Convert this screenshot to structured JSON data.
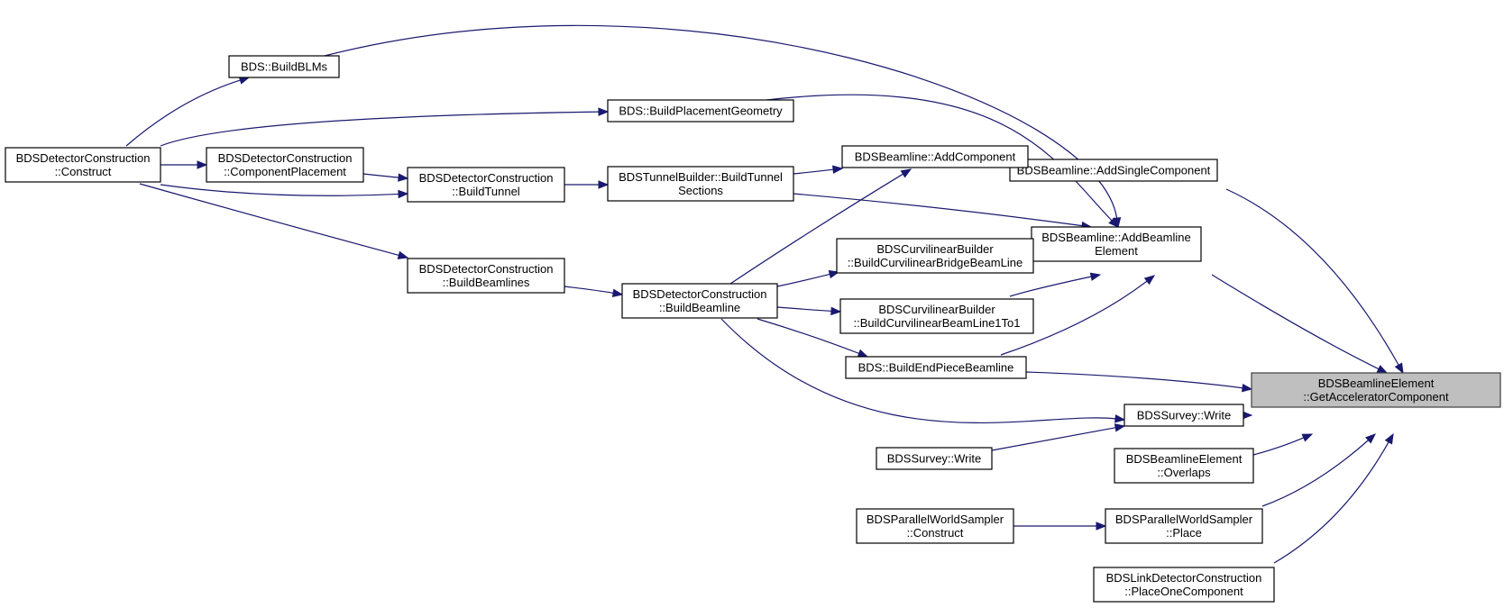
{
  "graph": {
    "nodes": [
      {
        "id": "bdsbeamlineelement-getacceleratorcomponent",
        "lines": [
          "BDSBeamlineElement",
          "::GetAcceleratorComponent"
        ],
        "highlight": true
      },
      {
        "id": "bdsbeamline-addsinglecomponent",
        "lines": [
          "BDSBeamline::AddSingleComponent"
        ]
      },
      {
        "id": "bdsbeamline-addbeamlineelement",
        "lines": [
          "BDSBeamline::AddBeamline",
          "Element"
        ]
      },
      {
        "id": "bds-buildendpiecebeamline",
        "lines": [
          "BDS::BuildEndPieceBeamline"
        ]
      },
      {
        "id": "bdssurvey-write-1",
        "lines": [
          "BDSSurvey::Write"
        ]
      },
      {
        "id": "bdsbeamlineelement-overlaps",
        "lines": [
          "BDSBeamlineElement",
          "::Overlaps"
        ]
      },
      {
        "id": "bdsparallelworldsampler-place",
        "lines": [
          "BDSParallelWorldSampler",
          "::Place"
        ]
      },
      {
        "id": "bdslinkdetectorconstruction-placeonecomponent",
        "lines": [
          "BDSLinkDetectorConstruction",
          "::PlaceOneComponent"
        ]
      },
      {
        "id": "bds-buildblms",
        "lines": [
          "BDS::BuildBLMs"
        ]
      },
      {
        "id": "bds-buildplacementgeometry",
        "lines": [
          "BDS::BuildPlacementGeometry"
        ]
      },
      {
        "id": "bdsbeamline-addcomponent",
        "lines": [
          "BDSBeamline::AddComponent"
        ]
      },
      {
        "id": "bdstunnelbuilder-buildtunnelsections",
        "lines": [
          "BDSTunnelBuilder::BuildTunnel",
          "Sections"
        ]
      },
      {
        "id": "bdscurvilinearbuilder-buildcurvilinearbridgebeamline",
        "lines": [
          "BDSCurvilinearBuilder",
          "::BuildCurvilinearBridgeBeamLine"
        ]
      },
      {
        "id": "bdscurvilinearbuilder-buildcurvilinearbeamline1to1",
        "lines": [
          "BDSCurvilinearBuilder",
          "::BuildCurvilinearBeamLine1To1"
        ]
      },
      {
        "id": "bdsdetectorconstruction-buildbeamline",
        "lines": [
          "BDSDetectorConstruction",
          "::BuildBeamline"
        ]
      },
      {
        "id": "bdsdetectorconstruction-construct",
        "lines": [
          "BDSDetectorConstruction",
          "::Construct"
        ]
      },
      {
        "id": "bdsdetectorconstruction-componentplacement",
        "lines": [
          "BDSDetectorConstruction",
          "::ComponentPlacement"
        ]
      },
      {
        "id": "bdsdetectorconstruction-buildtunnel",
        "lines": [
          "BDSDetectorConstruction",
          "::BuildTunnel"
        ]
      },
      {
        "id": "bdsdetectorconstruction-buildbeamlines",
        "lines": [
          "BDSDetectorConstruction",
          "::BuildBeamlines"
        ]
      },
      {
        "id": "bdssurvey-write-2",
        "lines": [
          "BDSSurvey::Write"
        ]
      },
      {
        "id": "bdsparallelworldsampler-construct",
        "lines": [
          "BDSParallelWorldSampler",
          "::Construct"
        ]
      }
    ],
    "edges": [
      {
        "from": "bdsbeamline-addsinglecomponent",
        "to": "bdsbeamlineelement-getacceleratorcomponent"
      },
      {
        "from": "bdsbeamline-addbeamlineelement",
        "to": "bdsbeamlineelement-getacceleratorcomponent"
      },
      {
        "from": "bds-buildendpiecebeamline",
        "to": "bdsbeamlineelement-getacceleratorcomponent"
      },
      {
        "from": "bdssurvey-write-1",
        "to": "bdsbeamlineelement-getacceleratorcomponent"
      },
      {
        "from": "bdsbeamlineelement-overlaps",
        "to": "bdsbeamlineelement-getacceleratorcomponent"
      },
      {
        "from": "bdsparallelworldsampler-place",
        "to": "bdsbeamlineelement-getacceleratorcomponent"
      },
      {
        "from": "bdslinkdetectorconstruction-placeonecomponent",
        "to": "bdsbeamlineelement-getacceleratorcomponent"
      },
      {
        "from": "bdsbeamline-addcomponent",
        "to": "bdsbeamline-addsinglecomponent"
      },
      {
        "from": "bds-buildblms",
        "to": "bdsbeamline-addbeamlineelement"
      },
      {
        "from": "bds-buildplacementgeometry",
        "to": "bdsbeamline-addbeamlineelement"
      },
      {
        "from": "bdstunnelbuilder-buildtunnelsections",
        "to": "bdsbeamline-addbeamlineelement"
      },
      {
        "from": "bdscurvilinearbuilder-buildcurvilinearbridgebeamline",
        "to": "bdsbeamline-addbeamlineelement"
      },
      {
        "from": "bdscurvilinearbuilder-buildcurvilinearbeamline1to1",
        "to": "bdsbeamline-addbeamlineelement"
      },
      {
        "from": "bds-buildendpiecebeamline",
        "to": "bdsbeamline-addbeamlineelement"
      },
      {
        "from": "bdsdetectorconstruction-construct",
        "to": "bds-buildblms"
      },
      {
        "from": "bdsdetectorconstruction-construct",
        "to": "bds-buildplacementgeometry"
      },
      {
        "from": "bdsdetectorconstruction-construct",
        "to": "bdsdetectorconstruction-componentplacement"
      },
      {
        "from": "bdsdetectorconstruction-componentplacement",
        "to": "bdsdetectorconstruction-buildtunnel"
      },
      {
        "from": "bdsdetectorconstruction-construct",
        "to": "bdsdetectorconstruction-buildtunnel"
      },
      {
        "from": "bdsdetectorconstruction-construct",
        "to": "bdsdetectorconstruction-buildbeamlines"
      },
      {
        "from": "bdsdetectorconstruction-buildtunnel",
        "to": "bdstunnelbuilder-buildtunnelsections"
      },
      {
        "from": "bdstunnelbuilder-buildtunnelsections",
        "to": "bdsbeamline-addcomponent"
      },
      {
        "from": "bdsdetectorconstruction-buildbeamlines",
        "to": "bdsdetectorconstruction-buildbeamline"
      },
      {
        "from": "bdsdetectorconstruction-buildbeamline",
        "to": "bdsbeamline-addcomponent"
      },
      {
        "from": "bdsdetectorconstruction-buildbeamline",
        "to": "bdscurvilinearbuilder-buildcurvilinearbridgebeamline"
      },
      {
        "from": "bdsdetectorconstruction-buildbeamline",
        "to": "bdscurvilinearbuilder-buildcurvilinearbeamline1to1"
      },
      {
        "from": "bdsdetectorconstruction-buildbeamline",
        "to": "bds-buildendpiecebeamline"
      },
      {
        "from": "bdsdetectorconstruction-buildbeamline",
        "to": "bdssurvey-write-1"
      },
      {
        "from": "bdssurvey-write-2",
        "to": "bdssurvey-write-1"
      },
      {
        "from": "bdsparallelworldsampler-construct",
        "to": "bdsparallelworldsampler-place"
      }
    ]
  }
}
